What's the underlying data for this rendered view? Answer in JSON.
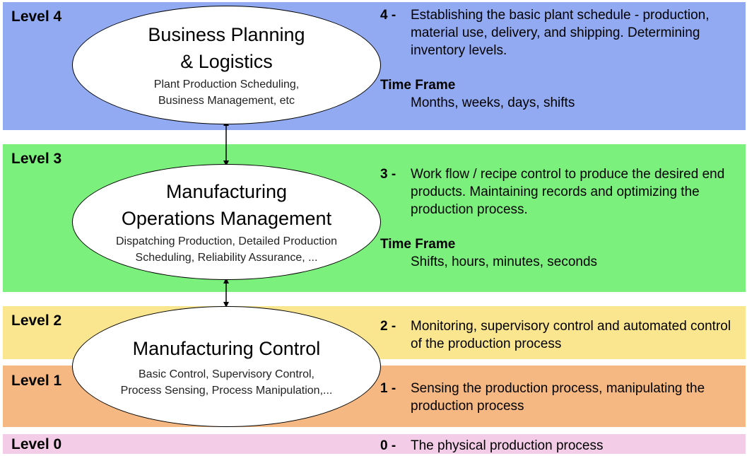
{
  "levels": [
    {
      "label": "Level 4",
      "ellipse_title_lines": [
        "Business Planning",
        "& Logistics"
      ],
      "ellipse_sub_lines": [
        "Plant Production Scheduling,",
        "Business Management, etc"
      ],
      "num": "4 -",
      "description": "Establishing the basic plant schedule - production, material use, delivery, and shipping. Determining inventory levels.",
      "timeframe_heading": "Time Frame",
      "timeframe": "Months, weeks, days, shifts",
      "color": "#92aaf2"
    },
    {
      "label": "Level 3",
      "ellipse_title_lines": [
        "Manufacturing",
        "Operations Management"
      ],
      "ellipse_sub_lines": [
        "Dispatching Production, Detailed Production",
        "Scheduling, Reliability Assurance, ..."
      ],
      "num": "3 -",
      "description": "Work flow / recipe control to produce the desired end products. Maintaining records and optimizing the production process.",
      "timeframe_heading": "Time Frame",
      "timeframe": "Shifts, hours, minutes, seconds",
      "color": "#7cf07c"
    },
    {
      "label": "Level 2",
      "ellipse_title_lines": [
        "Manufacturing Control"
      ],
      "ellipse_sub_lines": [
        "Basic Control, Supervisory Control,",
        "Process Sensing, Process Manipulation,..."
      ],
      "num": "2 -",
      "description": "Monitoring, supervisory control and automated control of the production process",
      "color": "#fbe690"
    },
    {
      "label": "Level 1",
      "num": "1 -",
      "description": "Sensing the production process, manipulating the production process",
      "color": "#f5b882"
    },
    {
      "label": "Level 0",
      "num": "0 -",
      "description": "The physical production process",
      "color": "#f3cde8"
    }
  ]
}
